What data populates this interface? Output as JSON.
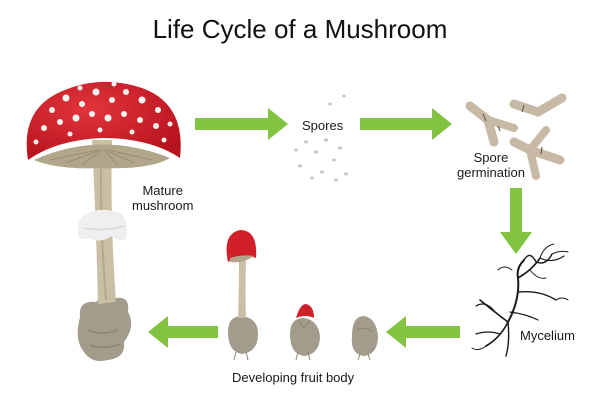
{
  "title": "Life Cycle of a Mushroom",
  "stages": {
    "mature": "Mature\nmushroom",
    "spores": "Spores",
    "germination": "Spore\ngermination",
    "mycelium": "Mycelium",
    "developing": "Developing fruit body"
  },
  "colors": {
    "arrow": "#82c341",
    "cap_red": "#d0202a",
    "stem": "#c9bfa4",
    "gills": "#b1a58a",
    "body": "#a39b8b",
    "spore": "#c8c3bb",
    "hyphae": "#c7b9a5",
    "mycelium": "#1a1a1a"
  }
}
